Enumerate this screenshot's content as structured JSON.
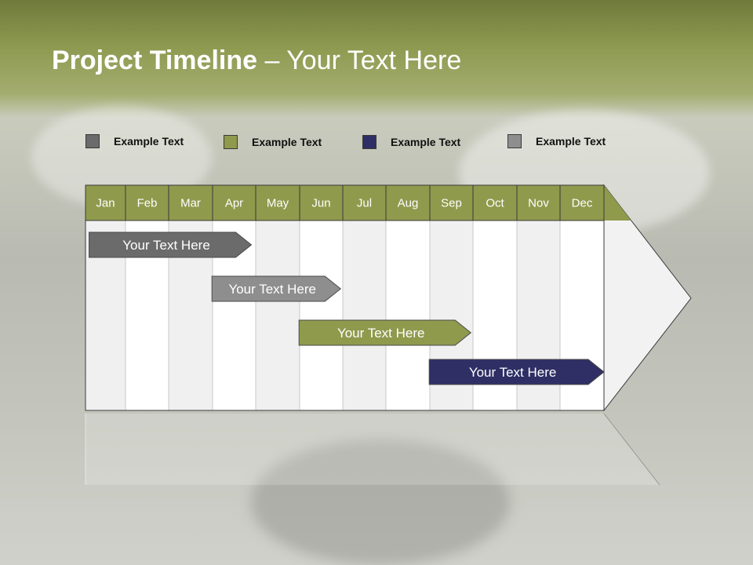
{
  "title": {
    "bold": "Project Timeline",
    "rest": " – Your Text Here"
  },
  "legend": [
    {
      "label": "Example Text",
      "color": "#6b6b6b"
    },
    {
      "label": "Example Text",
      "color": "#8f9a4c"
    },
    {
      "label": "Example Text",
      "color": "#2f2f66"
    },
    {
      "label": "Example Text",
      "color": "#8e8e8e"
    }
  ],
  "months": [
    "Jan",
    "Feb",
    "Mar",
    "Apr",
    "May",
    "Jun",
    "Jul",
    "Aug",
    "Sep",
    "Oct",
    "Nov",
    "Dec"
  ],
  "colors": {
    "header": "#8f9a4c",
    "column_light": "#ffffff",
    "column_alt": "#f0f0f0"
  },
  "tasks": [
    {
      "label": "Your  Text Here",
      "start_month": 0.05,
      "end_month": 3.9,
      "color": "#6b6b6b"
    },
    {
      "label": "Your  Text Here",
      "start_month": 2.95,
      "end_month": 5.95,
      "color": "#8e8e8e"
    },
    {
      "label": "Your  Text Here",
      "start_month": 4.95,
      "end_month": 8.95,
      "color": "#8f9a4c"
    },
    {
      "label": "Your  Text Here",
      "start_month": 7.95,
      "end_month": 12.0,
      "color": "#2f2f66"
    }
  ]
}
